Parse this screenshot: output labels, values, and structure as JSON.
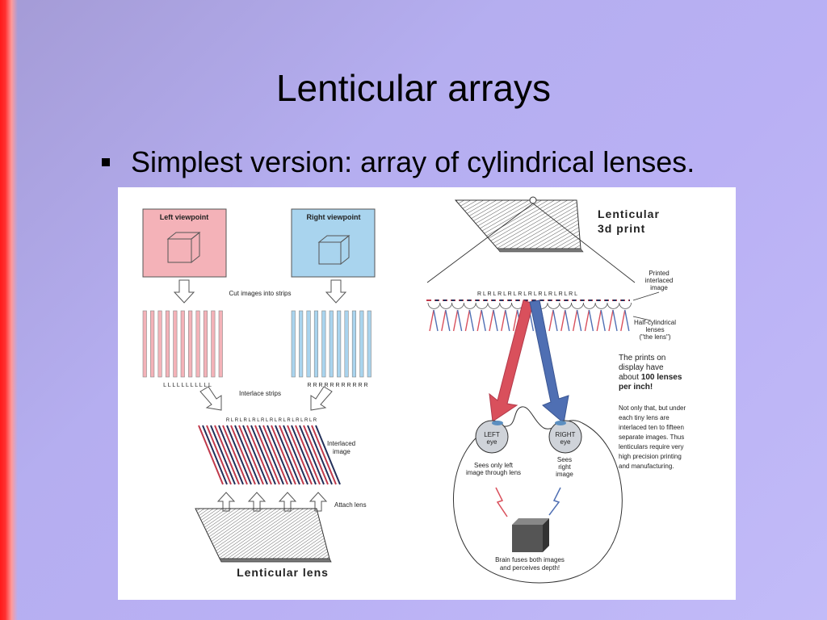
{
  "slide": {
    "title": "Lenticular arrays",
    "bullets": [
      {
        "text": "Simplest version: array of cylindrical lenses."
      }
    ]
  },
  "figure": {
    "left_panel": {
      "left_viewpoint_label": "Left viewpoint",
      "right_viewpoint_label": "Right viewpoint",
      "cut_strips_label": "Cut images into strips",
      "left_strip_letters": "L L L L L L L L L L L",
      "right_strip_letters": "R R R R R R R R R R R",
      "interlace_label": "Interlace strips",
      "interlaced_letters": "R L R L R L R L R L R L R L R L R L R L R",
      "interlaced_image_label": [
        "Interlaced",
        "image"
      ],
      "attach_lens_label": "Attach lens",
      "lens_label": "Lenticular lens"
    },
    "right_panel": {
      "title_lines": [
        "Lenticular",
        "3d print"
      ],
      "print_letters": "R L R L R L R L R L R L R L R L R L R L",
      "printed_label": [
        "Printed",
        "interlaced",
        "image"
      ],
      "lens_label": [
        "Half-cylindrical",
        "lenses",
        "(\"the lens\")"
      ],
      "lenses_text": [
        "The prints on",
        "display have",
        "about "
      ],
      "lenses_bold": "100 lenses",
      "lenses_bold2": "per inch!",
      "paragraph": [
        "Not only that, but under",
        "each tiny lens are",
        "interlaced ten to fifteen",
        "separate images.  Thus",
        "lenticulars require very",
        "high precision printing",
        "and manufacturing."
      ],
      "left_eye": [
        "LEFT",
        "eye"
      ],
      "right_eye": [
        "RIGHT",
        "eye"
      ],
      "left_sees": [
        "Sees only left",
        "image through lens"
      ],
      "right_sees": [
        "Sees",
        "right",
        "image"
      ],
      "brain": [
        "Brain fuses both images",
        "and perceives depth!"
      ]
    },
    "colors": {
      "left_fill": "#f4b2b8",
      "right_fill": "#a9d4ee",
      "red_strip": "#c0394b",
      "navy_strip": "#23305a",
      "red_arrow": "#d9505c",
      "blue_arrow": "#4f6fb3"
    }
  }
}
